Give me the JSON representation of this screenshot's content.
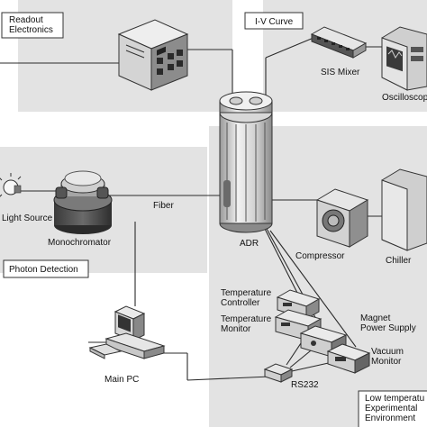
{
  "regions": {
    "readout": "Readout\nElectronics",
    "iv_curve": "I-V Curve",
    "photon_detection": "Photon Detection",
    "low_temp": "Low temperatu\nExperimental\nEnvironment"
  },
  "labels": {
    "sis_mixer": "SIS Mixer",
    "oscilloscope": "Oscilloscop",
    "light_source": "Light Source",
    "monochromator": "Monochromator",
    "fiber": "Fiber",
    "adr": "ADR",
    "compressor": "Compressor",
    "chiller": "Chiller",
    "temp_controller": "Temperature\nController",
    "temp_monitor": "Temperature\nMonitor",
    "magnet_power_supply": "Magnet\nPower Supply",
    "vacuum_monitor": "Vacuum\nMonitor",
    "main_pc": "Main PC",
    "rs232": "RS232"
  },
  "colors": {
    "region_fill": "#e3e3e3",
    "line": "#2b2b2b",
    "device_light": "#d8d8d8",
    "device_dark": "#555555"
  }
}
